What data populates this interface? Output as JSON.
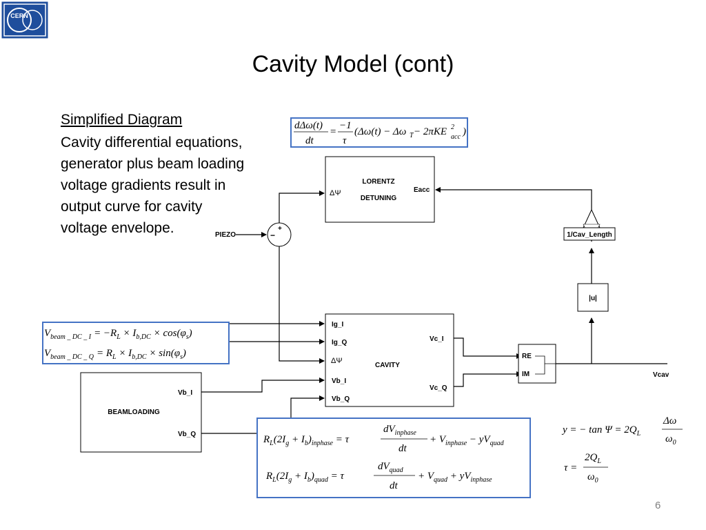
{
  "slide": {
    "logo_text": "CERN",
    "title": "Cavity Model (cont)",
    "subtitle": "Simplified Diagram",
    "body": "Cavity differential equations,\ngenerator plus beam loading\nvoltage gradients result in\noutput curve for cavity\nvoltage envelope.",
    "page_number": "6"
  },
  "diagram": {
    "lorentz": {
      "line1": "LORENTZ",
      "line2": "DETUNING",
      "in_label": "ΔΨ",
      "out_label": "Eacc"
    },
    "piezo": "PIEZO",
    "sum_plus": "+",
    "sum_minus": "−",
    "gain": "1/Cav_Length",
    "abs_block": "|u|",
    "cavity": {
      "label": "CAVITY",
      "in1": "Ig_I",
      "in2": "Ig_Q",
      "in3": "ΔΨ",
      "in4": "Vb_I",
      "in5": "Vb_Q",
      "out1": "Vc_I",
      "out2": "Vc_Q"
    },
    "reim": {
      "re": "RE",
      "im": "IM"
    },
    "vcav": "Vcav",
    "beamloading": {
      "label": "BEAMLOADING",
      "out1": "Vb_I",
      "out2": "Vb_Q"
    }
  },
  "equations": {
    "detuning": {
      "lhs_num": "dΔω(t)",
      "lhs_den": "dt",
      "eq": "=",
      "rhs_num": "−1",
      "rhs_den": "τ",
      "rhs": "(Δω(t) − Δω",
      "sub_t": "T",
      "rhs2": " − 2πKE",
      "sup2": "2",
      "sub_acc": "acc",
      "close": ")"
    },
    "vbeam_i": {
      "v": "V",
      "sub": "beam _ DC _ I",
      "rhs": "= −R",
      "rl": "L",
      "mid": " × I",
      "ib": "b,DC",
      "end": " × cos(φ",
      "phi": "s",
      "close": ")"
    },
    "vbeam_q": {
      "v": "V",
      "sub": "beam _ DC _ Q",
      "rhs": "= R",
      "rl": "L",
      "mid": " × I",
      "ib": "b,DC",
      "end": " × sin(φ",
      "phi": "s",
      "close": ")"
    },
    "inphase": {
      "lhs": "R",
      "rl": "L",
      "p1": "(2I",
      "g": "g",
      "p2": " + I",
      "b": "b",
      "p3": ")",
      "ph": "inphase",
      "eq": " = τ",
      "num": "dV",
      "num_sub": "inphase",
      "den": "dt",
      "tail1": "+ V",
      "tail1_sub": "inphase",
      "tail2": " − yV",
      "tail2_sub": "quad"
    },
    "quad": {
      "lhs": "R",
      "rl": "L",
      "p1": "(2I",
      "g": "g",
      "p2": " + I",
      "b": "b",
      "p3": ")",
      "ph": "quad",
      "eq": " = τ",
      "num": "dV",
      "num_sub": "quad",
      "den": "dt",
      "tail1": "+ V",
      "tail1_sub": "quad",
      "tail2": " + yV",
      "tail2_sub": "inphase"
    },
    "y_eq": {
      "lhs": "y = − tan Ψ = 2Q",
      "ql": "L",
      "num": "Δω",
      "den": "ω",
      "den_sub": "0"
    },
    "tau_eq": {
      "lhs": "τ =",
      "num": "2Q",
      "num_sub": "L",
      "den": "ω",
      "den_sub": "0"
    }
  },
  "colors": {
    "box_border": "#4472c4",
    "logo_blue": "#1f4e9c",
    "page_number": "#7f7f7f"
  }
}
